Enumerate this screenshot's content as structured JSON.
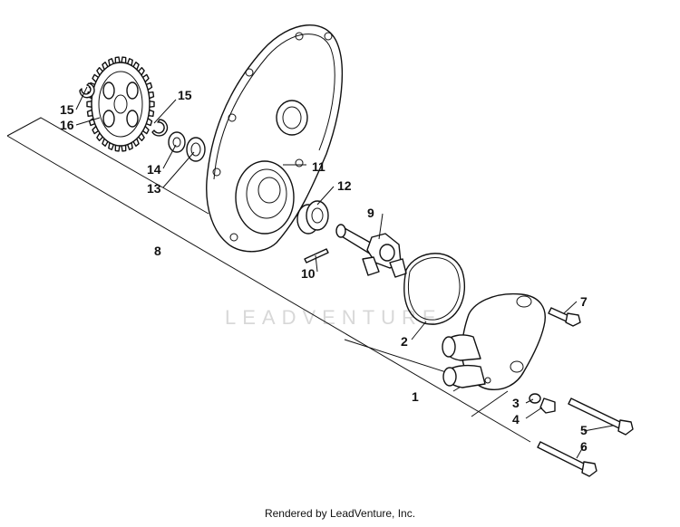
{
  "watermark": "LEADVENTURE",
  "footer": "Rendered by LeadVenture, Inc.",
  "callouts": {
    "c1": "1",
    "c2": "2",
    "c3": "3",
    "c4": "4",
    "c5": "5",
    "c6": "6",
    "c7": "7",
    "c8": "8",
    "c9": "9",
    "c10": "10",
    "c11": "11",
    "c12": "12",
    "c13": "13",
    "c14": "14",
    "c15a": "15",
    "c15b": "15",
    "c16": "16"
  }
}
